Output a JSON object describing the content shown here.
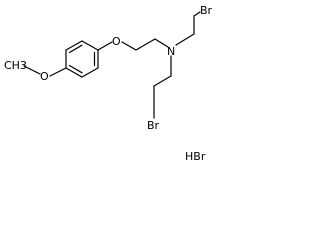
{
  "atoms": {
    "br_top": "Br",
    "br_bottom": "Br",
    "nitrogen": "N",
    "ether_oxygen": "O",
    "methoxy_oxygen": "O",
    "methyl": "CH3"
  },
  "salt": "HBr"
}
